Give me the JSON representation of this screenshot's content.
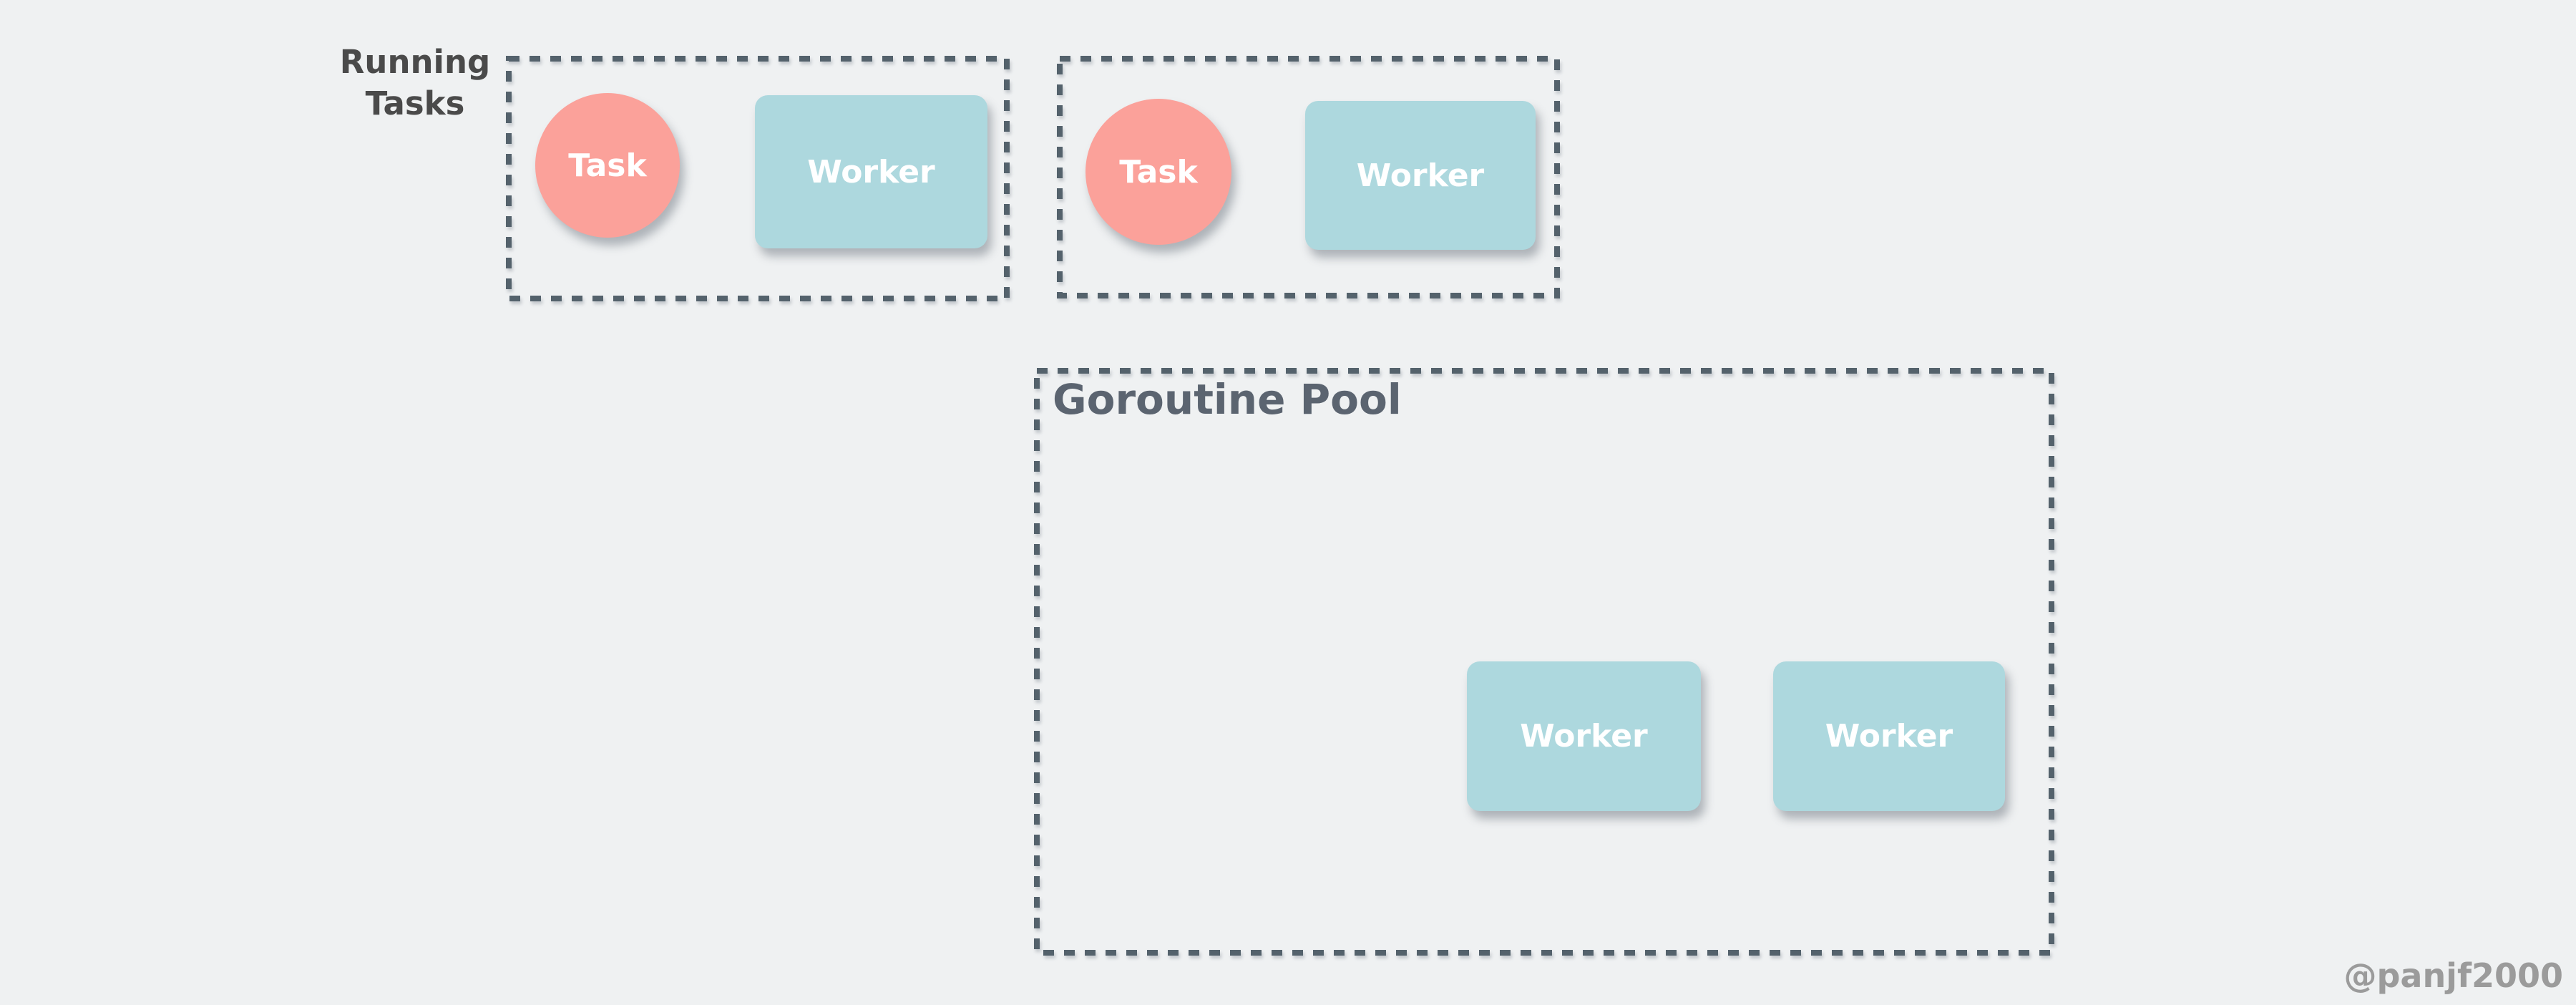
{
  "page": {
    "background": "#eff1f2"
  },
  "colors": {
    "task_fill": "#fba19a",
    "worker_fill": "#add8de",
    "dash_stroke": "#54626c",
    "running_label_text": "#4a4a4a",
    "pool_title_text": "#5b6470",
    "node_text": "#ffffff",
    "watermark_text": "#9b9b9b"
  },
  "running_tasks_label": "Running Tasks",
  "running_slots": [
    {
      "task_label": "Task",
      "worker_label": "Worker"
    },
    {
      "task_label": "Task",
      "worker_label": "Worker"
    }
  ],
  "pool": {
    "title": "Goroutine Pool",
    "workers": [
      {
        "label": "Worker"
      },
      {
        "label": "Worker"
      }
    ]
  },
  "watermark": "@panjf2000"
}
